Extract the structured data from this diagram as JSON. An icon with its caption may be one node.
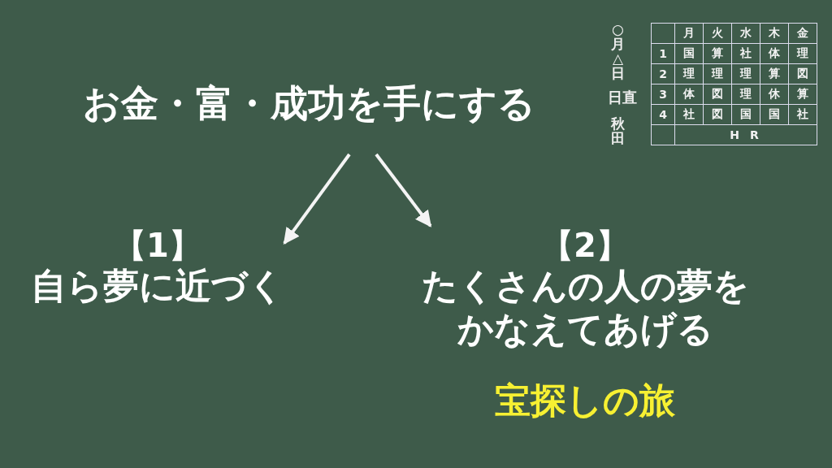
{
  "diagram": {
    "nodes": [
      {
        "text": [
          "お金・富・成功を手にする"
        ]
      },
      {
        "text": [
          "【1】",
          "自ら夢に近づく"
        ]
      },
      {
        "text": [
          "【2】",
          "たくさんの人の夢をかなえてあげる"
        ],
        "beside": [
          "宝探しの旅"
        ]
      }
    ],
    "edges": [
      {
        "from": 0,
        "to": 1,
        "arrow": "to"
      },
      {
        "from": 0,
        "to": 2,
        "arrow": "to"
      }
    ],
    "labels": [
      "○月△日",
      "日直",
      "秋田",
      "月",
      "火",
      "水",
      "木",
      "金",
      "1",
      "国",
      "算",
      "社",
      "体",
      "理",
      "2",
      "理",
      "理",
      "理",
      "算",
      "図",
      "3",
      "体",
      "図",
      "理",
      "休",
      "算",
      "4",
      "社",
      "図",
      "国",
      "国",
      "社",
      "H R"
    ]
  }
}
